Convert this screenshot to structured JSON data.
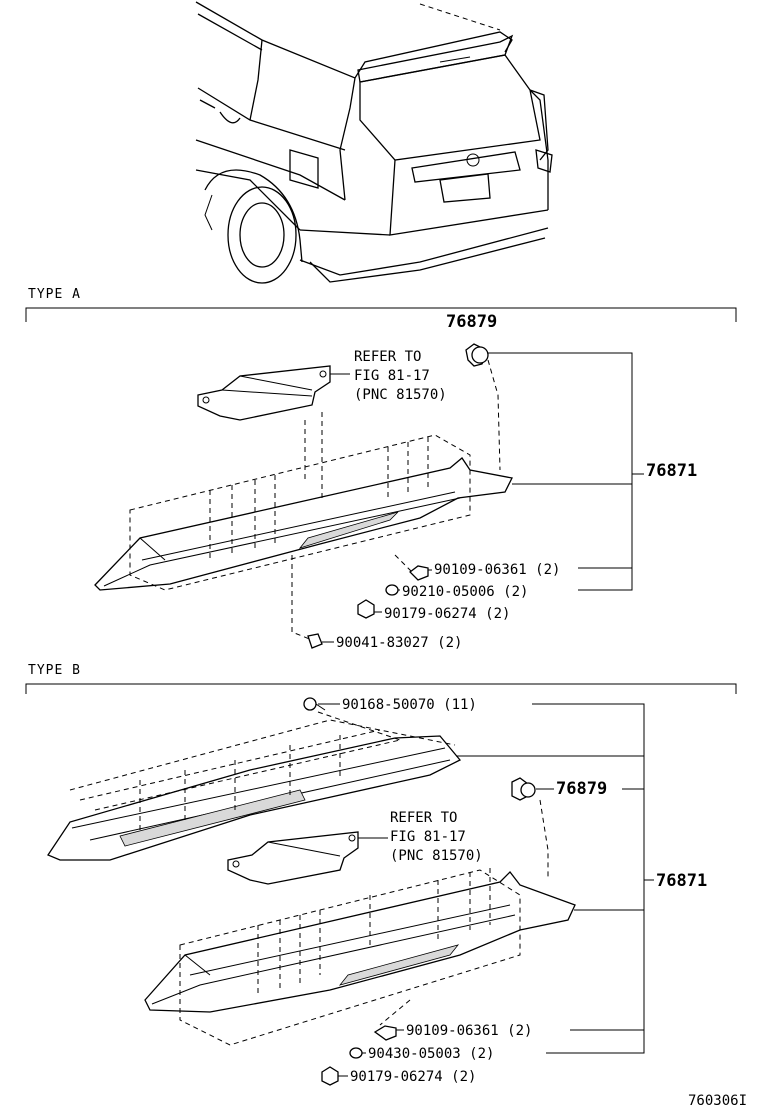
{
  "diagram_id": "760306I",
  "type_a": {
    "title": "TYPE A",
    "callouts": {
      "clip_top": "76879",
      "spoiler": "76871",
      "screw": "90109-06361 (2)",
      "washer": "90210-05006 (2)",
      "nut": "90179-06274 (2)",
      "clip_bottom": "90041-83027 (2)"
    },
    "refer": [
      "REFER TO",
      "FIG 81-17",
      "(PNC 81570)"
    ]
  },
  "type_b": {
    "title": "TYPE B",
    "callouts": {
      "clip_top": "90168-50070 (11)",
      "clip_side": "76879",
      "spoiler": "76871",
      "screw": "90109-06361 (2)",
      "washer": "90430-05003 (2)",
      "nut": "90179-06274 (2)"
    },
    "refer": [
      "REFER TO",
      "FIG 81-17",
      "(PNC 81570)"
    ]
  }
}
